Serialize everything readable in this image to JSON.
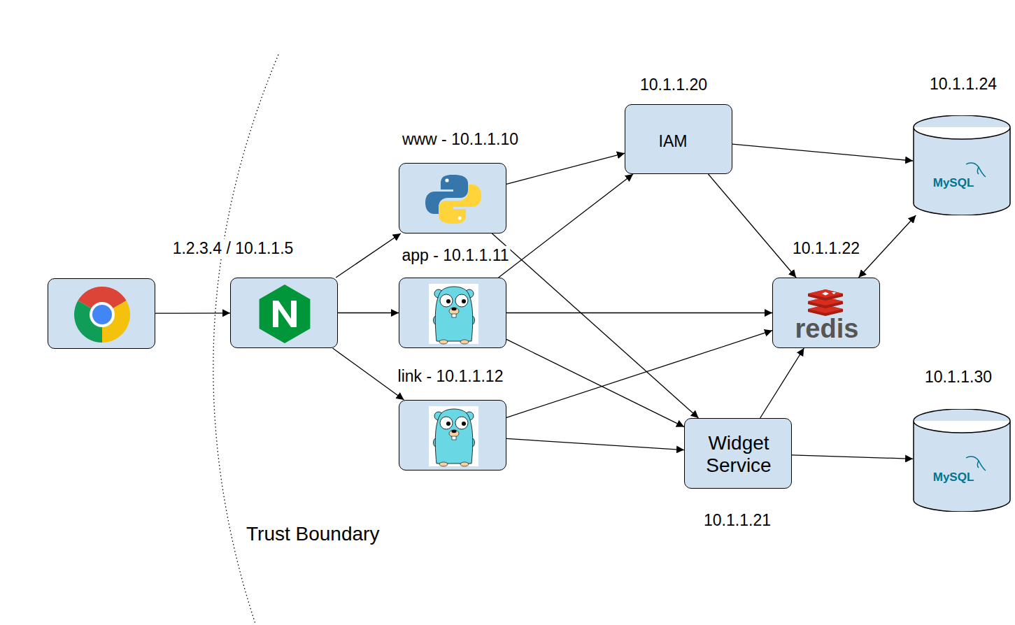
{
  "diagram": {
    "nodes": [
      {
        "text": []
      },
      {
        "text": [
          "1.2.3.4 / 10.1.1.5"
        ]
      },
      {
        "text": [
          "www - 10.1.1.10"
        ]
      },
      {
        "text": [
          "app - 10.1.1.11"
        ]
      },
      {
        "text": [
          "link - 10.1.1.12"
        ]
      },
      {
        "text": [
          "10.1.1.20",
          "IAM"
        ]
      },
      {
        "text": [
          "10.1.1.24",
          "MySQL"
        ]
      },
      {
        "text": [
          "10.1.1.22",
          "redis"
        ]
      },
      {
        "text": [
          "Widget Service",
          "10.1.1.21"
        ]
      },
      {
        "text": [
          "10.1.1.30",
          "MySQL"
        ]
      }
    ],
    "edges": [
      {
        "from": 0,
        "to": 1,
        "arrow": "to"
      },
      {
        "from": 1,
        "to": 2,
        "arrow": "to"
      },
      {
        "from": 1,
        "to": 3,
        "arrow": "to"
      },
      {
        "from": 1,
        "to": 4,
        "arrow": "to"
      },
      {
        "from": 2,
        "to": 5,
        "arrow": "to"
      },
      {
        "from": 2,
        "to": 8,
        "arrow": "to"
      },
      {
        "from": 3,
        "to": 5,
        "arrow": "to"
      },
      {
        "from": 3,
        "to": 7,
        "arrow": "to"
      },
      {
        "from": 3,
        "to": 8,
        "arrow": "to"
      },
      {
        "from": 4,
        "to": 7,
        "arrow": "to"
      },
      {
        "from": 4,
        "to": 8,
        "arrow": "to"
      },
      {
        "from": 5,
        "to": 6,
        "arrow": "to"
      },
      {
        "from": 5,
        "to": 7,
        "arrow": "to"
      },
      {
        "from": 8,
        "to": 7,
        "arrow": "to"
      },
      {
        "from": 8,
        "to": 9,
        "arrow": "to"
      },
      {
        "from": 7,
        "to": 6,
        "arrow": "both"
      }
    ],
    "labels": [
      "Trust Boundary"
    ]
  }
}
